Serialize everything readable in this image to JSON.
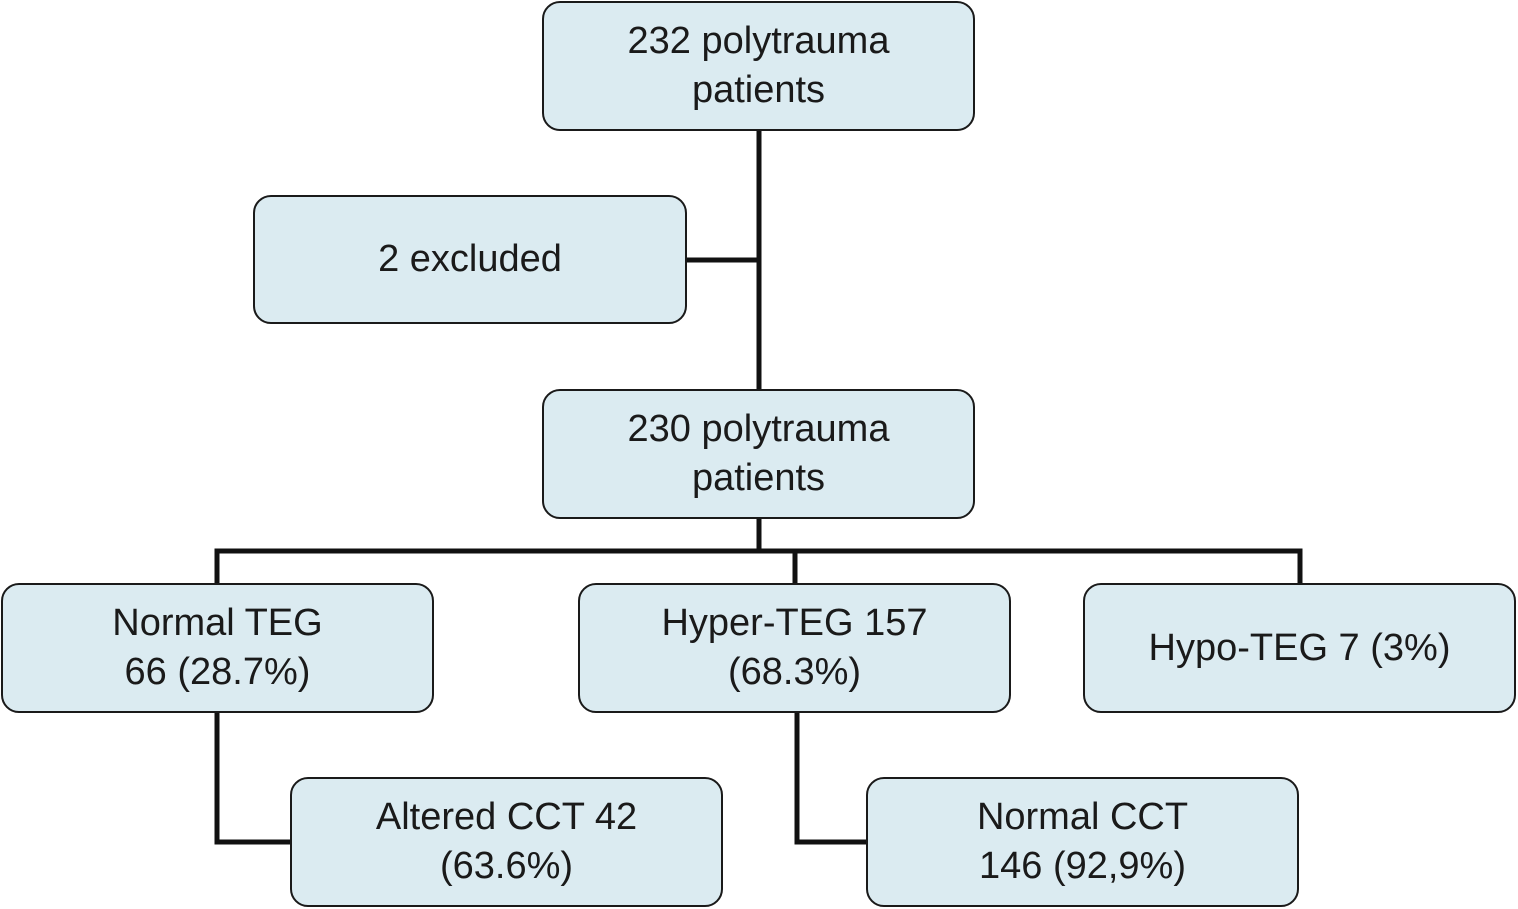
{
  "nodes": {
    "total": {
      "line1": "232 polytrauma",
      "line2": "patients"
    },
    "excluded": {
      "line1": "2 excluded"
    },
    "included": {
      "line1": "230 polytrauma",
      "line2": "patients"
    },
    "normal_teg": {
      "line1": "Normal TEG",
      "line2": "66 (28.7%)"
    },
    "hyper_teg": {
      "line1": "Hyper-TEG 157",
      "line2": "(68.3%)"
    },
    "hypo_teg": {
      "line1": "Hypo-TEG 7 (3%)"
    },
    "altered_cct": {
      "line1": "Altered CCT 42",
      "line2": "(63.6%)"
    },
    "normal_cct": {
      "line1": "Normal CCT",
      "line2": "146 (92,9%)"
    }
  },
  "colors": {
    "box_fill": "#dbebf1",
    "box_border": "#1a1a1a",
    "connector": "#111111"
  }
}
